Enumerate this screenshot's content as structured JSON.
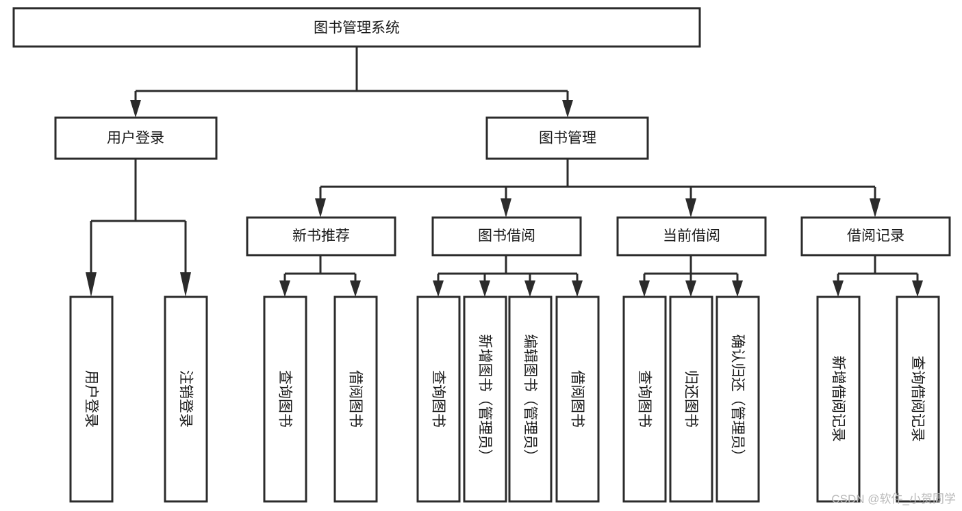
{
  "diagram": {
    "type": "tree-hierarchy",
    "title": "图书管理系统",
    "orientation": "top-down",
    "colors": {
      "box_stroke": "#2b2b2b",
      "box_fill": "#ffffff",
      "text": "#1a1a1a",
      "connector": "#2b2b2b",
      "watermark": "#b9b9b9",
      "background": "#ffffff"
    },
    "root": {
      "label": "图书管理系统"
    },
    "level2": [
      {
        "label": "用户登录"
      },
      {
        "label": "图书管理"
      }
    ],
    "level3": [
      {
        "label": "新书推荐"
      },
      {
        "label": "图书借阅"
      },
      {
        "label": "当前借阅"
      },
      {
        "label": "借阅记录"
      }
    ],
    "leaves": {
      "user_login": [
        {
          "label": "用户登录"
        },
        {
          "label": "注销登录"
        }
      ],
      "new_book_recommend": [
        {
          "label": "查询图书"
        },
        {
          "label": "借阅图书"
        }
      ],
      "book_borrow": [
        {
          "label": "查询图书"
        },
        {
          "label": "新增图书（管理员）"
        },
        {
          "label": "编辑图书（管理员）"
        },
        {
          "label": "借阅图书"
        }
      ],
      "current_borrow": [
        {
          "label": "查询图书"
        },
        {
          "label": "归还图书"
        },
        {
          "label": "确认归还（管理员）"
        }
      ],
      "borrow_records": [
        {
          "label": "新增借阅记录"
        },
        {
          "label": "查询借阅记录"
        }
      ]
    }
  },
  "watermark": {
    "text": "CSDN @软件_小贺同学"
  }
}
